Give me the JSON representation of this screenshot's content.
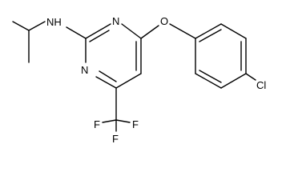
{
  "molecule": {
    "atoms": {
      "nh": "N​H",
      "n1": "N",
      "n2": "N",
      "o": "O",
      "cl": "Cl",
      "f1": "F",
      "f2": "F",
      "f3": "F"
    }
  }
}
